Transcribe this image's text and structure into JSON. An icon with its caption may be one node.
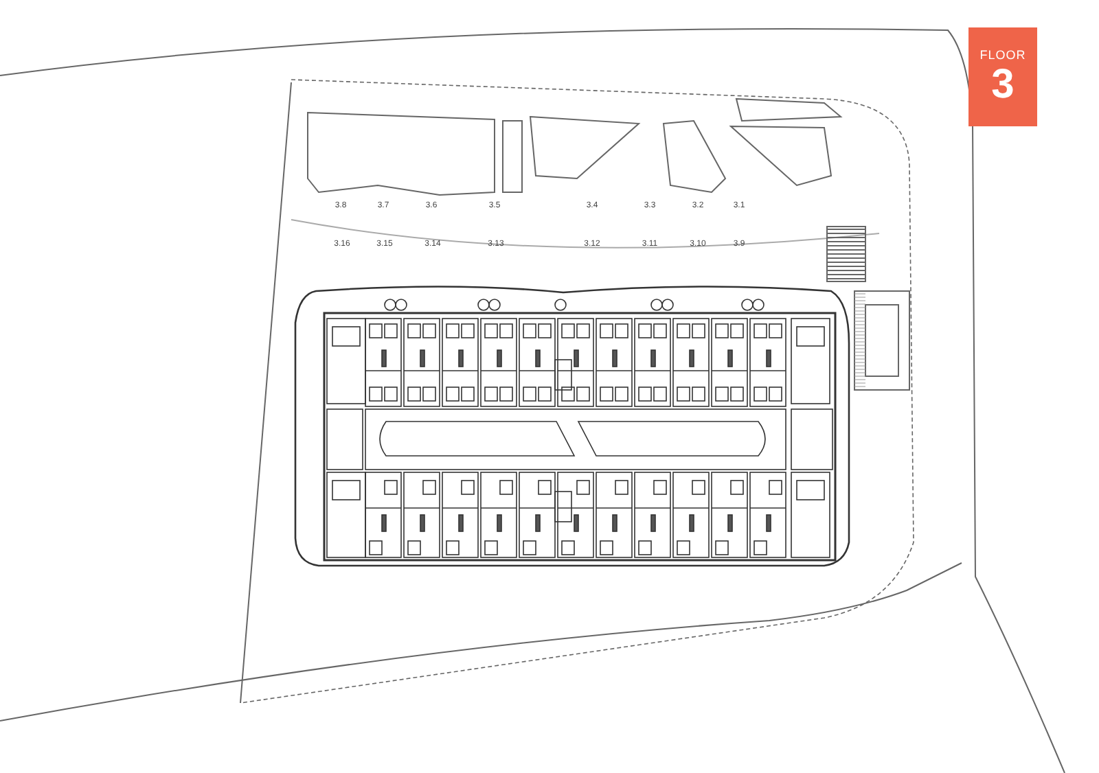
{
  "diagram": {
    "nodes": [
      {
        "text": [
          "FLOOR",
          "3"
        ]
      }
    ],
    "edges": [],
    "labels": [
      "3.8",
      "3.7",
      "3.6",
      "3.5",
      "3.4",
      "3.3",
      "3.2",
      "3.1",
      "3.16",
      "3.15",
      "3.14",
      "3.13",
      "3.12",
      "3.11",
      "3.10",
      "3.9"
    ]
  }
}
